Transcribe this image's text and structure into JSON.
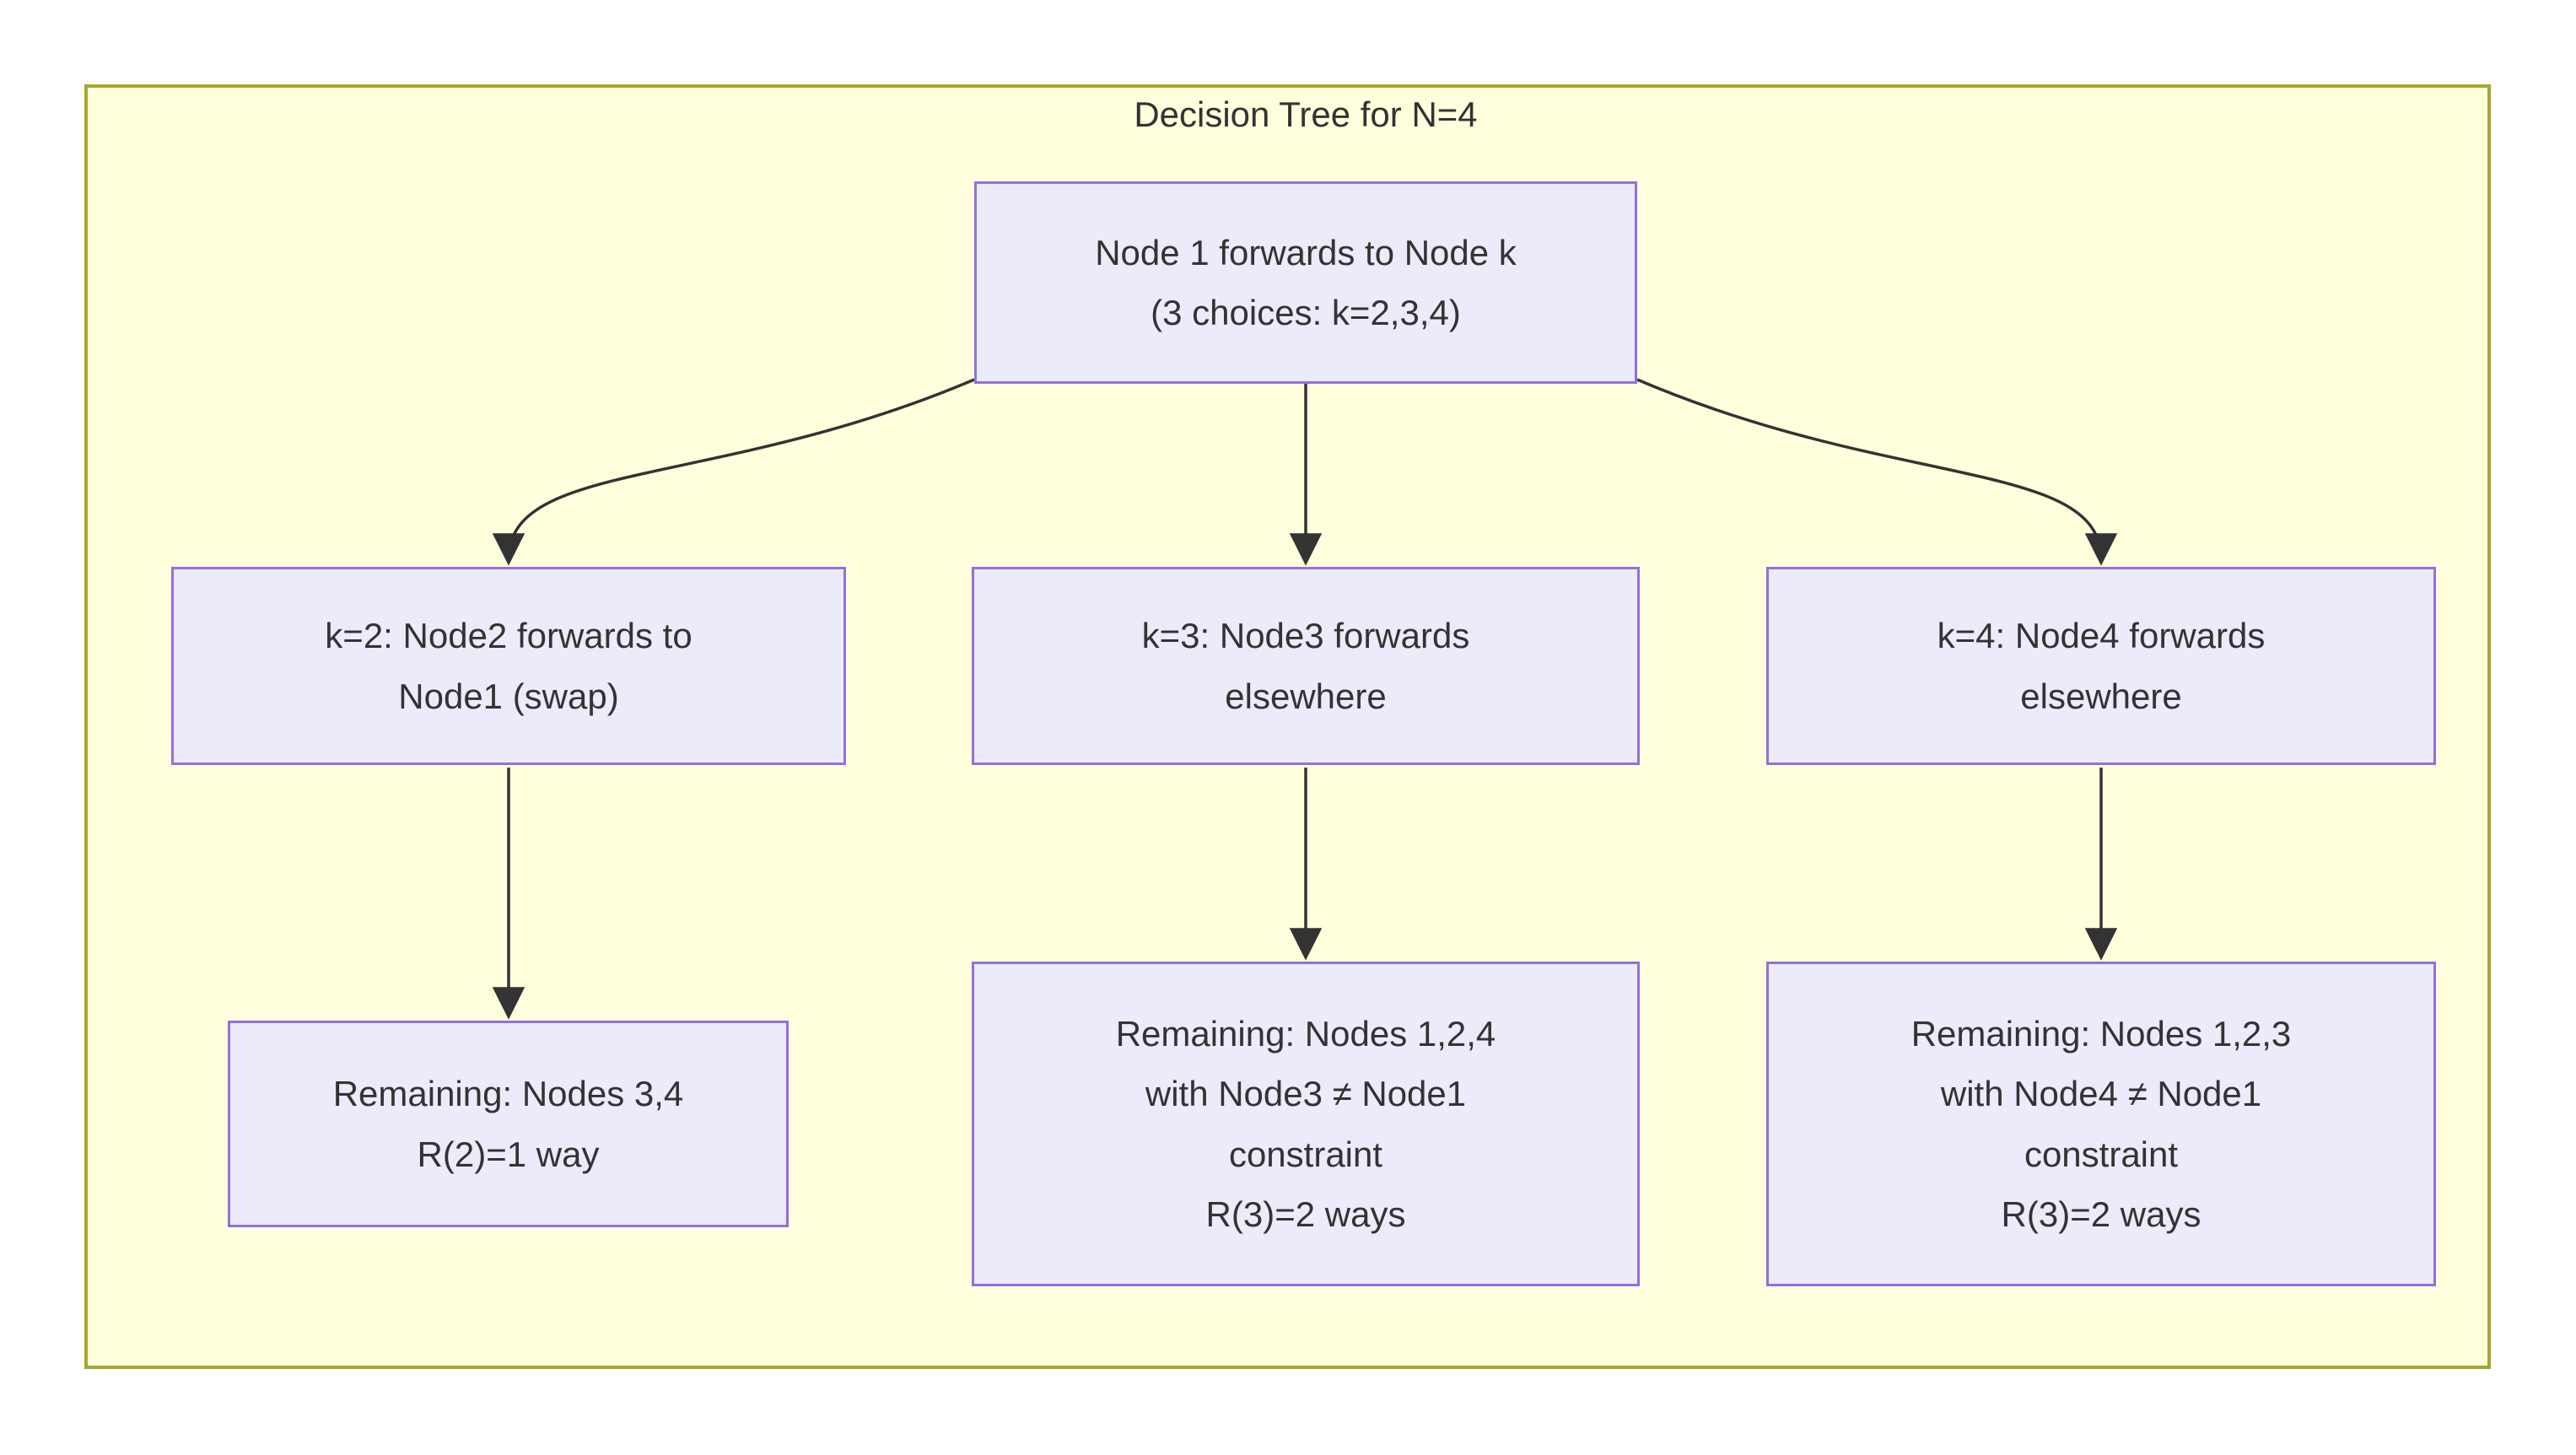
{
  "diagram": {
    "title": "Decision Tree for N=4",
    "nodes": {
      "root": {
        "lines": [
          "Node 1 forwards to Node k",
          "(3 choices: k=2,3,4)"
        ]
      },
      "k2": {
        "lines": [
          "k=2: Node2 forwards to",
          "Node1 (swap)"
        ]
      },
      "k3": {
        "lines": [
          "k=3: Node3 forwards",
          "elsewhere"
        ]
      },
      "k4": {
        "lines": [
          "k=4: Node4 forwards",
          "elsewhere"
        ]
      },
      "r2": {
        "lines": [
          "Remaining: Nodes 3,4",
          "R(2)=1 way"
        ]
      },
      "r3a": {
        "lines": [
          "Remaining: Nodes 1,2,4",
          "with Node3 ≠ Node1",
          "constraint",
          "R(3)=2 ways"
        ]
      },
      "r3b": {
        "lines": [
          "Remaining: Nodes 1,2,3",
          "with Node4 ≠ Node1",
          "constraint",
          "R(3)=2 ways"
        ]
      }
    },
    "edges": [
      {
        "from": "root",
        "to": "k2"
      },
      {
        "from": "root",
        "to": "k3"
      },
      {
        "from": "root",
        "to": "k4"
      },
      {
        "from": "k2",
        "to": "r2"
      },
      {
        "from": "k3",
        "to": "r3a"
      },
      {
        "from": "k4",
        "to": "r3b"
      }
    ],
    "colors": {
      "canvas_bg": "#FFFFDE",
      "canvas_border": "#A6A630",
      "node_fill": "#EBEBFA",
      "node_border": "#9370DB",
      "edge": "#333333",
      "text": "#333333"
    }
  }
}
